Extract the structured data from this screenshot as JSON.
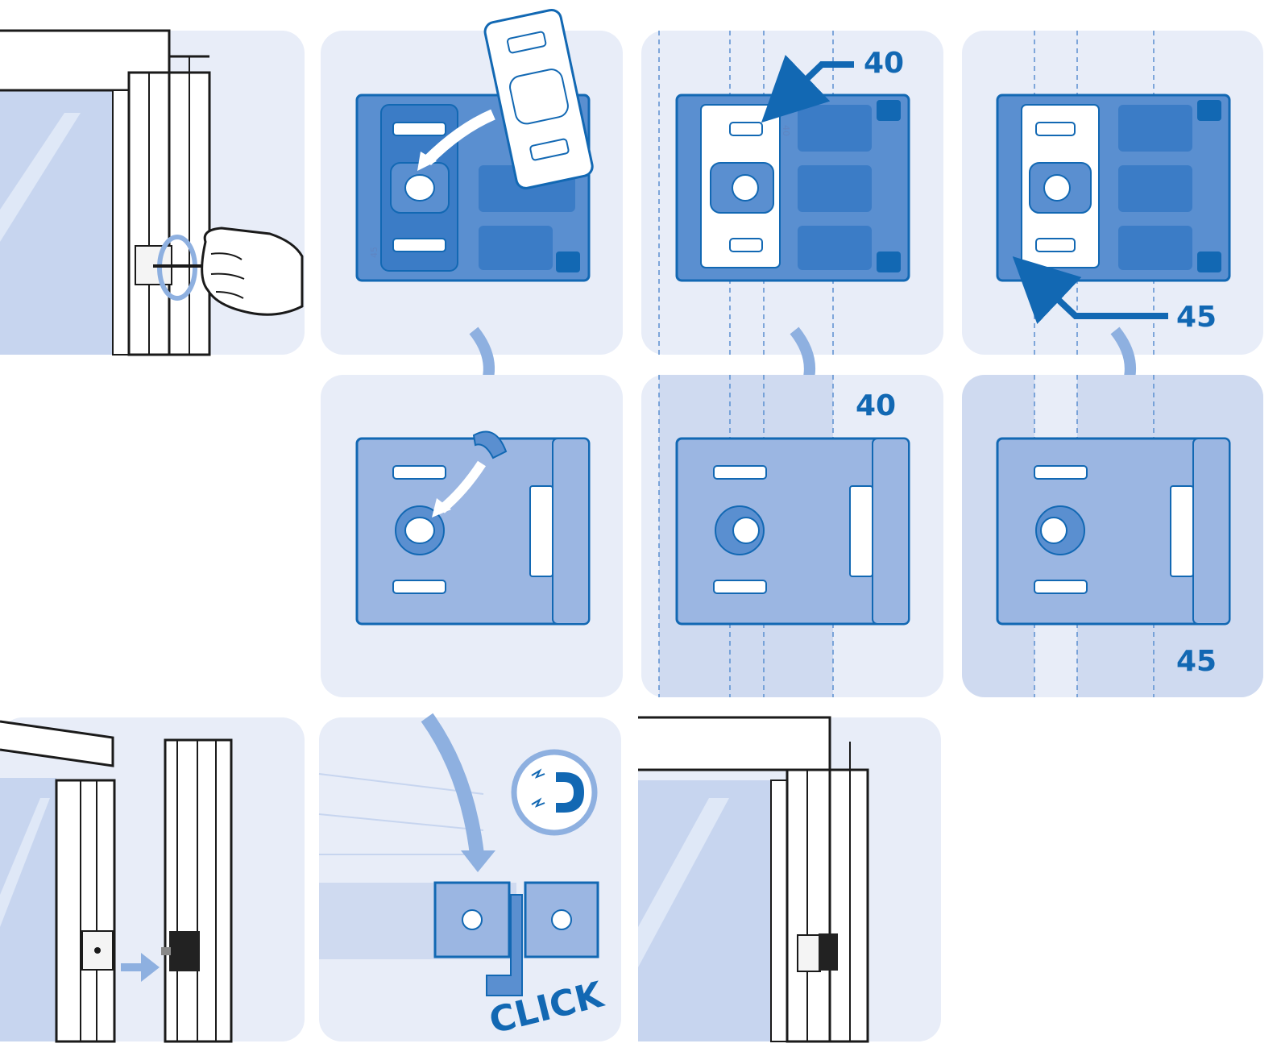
{
  "labels": {
    "setting_40": "40",
    "setting_45": "45",
    "plate_mark_40": "40",
    "plate_mark_45": "45",
    "click": "CLICK"
  },
  "colors": {
    "panel_bg": "#e8edf8",
    "panel_bg_shaded": "#cfdaf0",
    "accent": "#1268b3",
    "plate_light": "#9bb6e2",
    "plate_mid": "#5a8fd0",
    "arrow": "#8eb0e0",
    "line": "#1a1a1a"
  },
  "icons": [
    "allen-key-hand-icon",
    "template-card-icon",
    "curved-arrow-icon",
    "cam-washer-icon",
    "magnet-icon",
    "door-lock-icon"
  ]
}
